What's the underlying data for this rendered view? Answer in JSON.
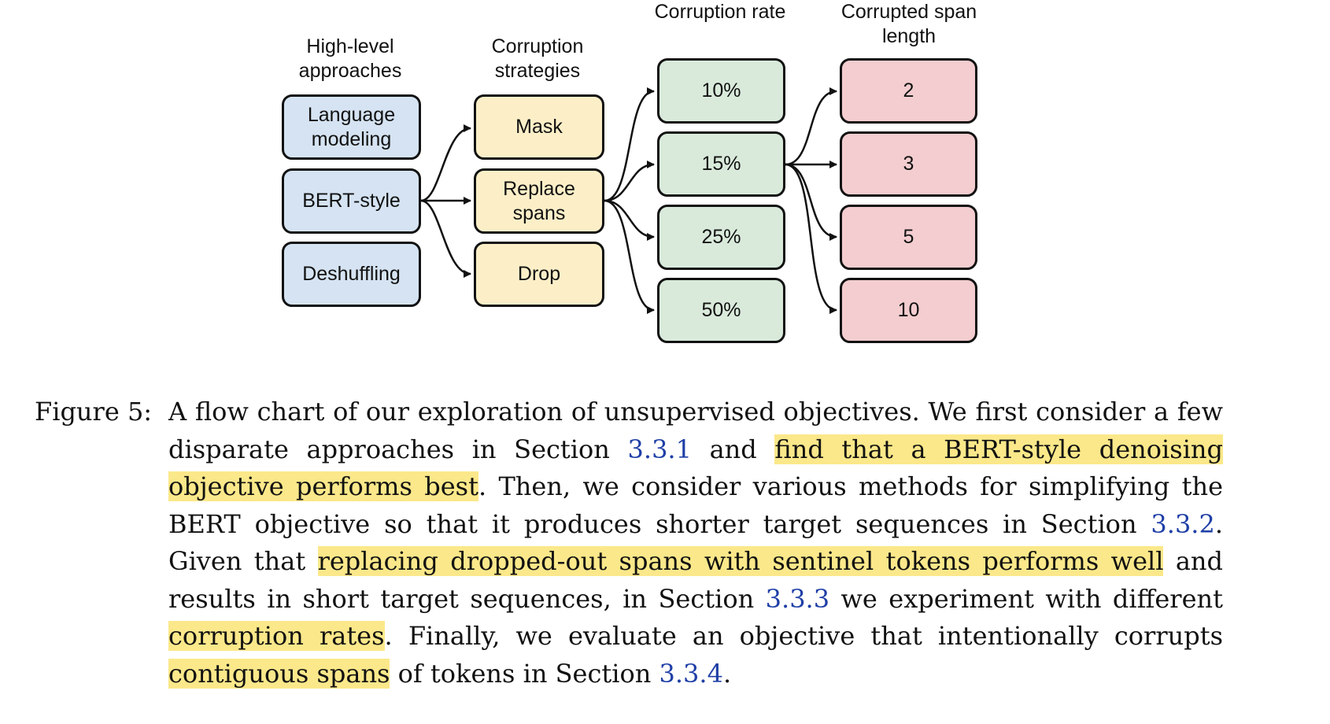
{
  "diagram": {
    "headers": {
      "approaches": "High-level approaches",
      "strategies": "Corruption strategies",
      "rate": "Corruption rate",
      "span_length": "Corrupted span length"
    },
    "approaches": [
      "Language modeling",
      "BERT-style",
      "Deshuffling"
    ],
    "strategies": [
      "Mask",
      "Replace spans",
      "Drop"
    ],
    "rates": [
      "10%",
      "15%",
      "25%",
      "50%"
    ],
    "span_lengths": [
      "2",
      "3",
      "5",
      "10"
    ],
    "colors": {
      "approaches": "#d5e3f2",
      "strategies": "#fcefc8",
      "rates": "#d9eadb",
      "span_lengths": "#f3cdcf",
      "highlight": "#fbe88a",
      "link": "#1f3fa6"
    }
  },
  "caption": {
    "label": "Figure 5:",
    "t1": "A flow chart of our exploration of unsupervised objectives. We first consider a few disparate approaches in Section ",
    "ref1": "3.3.1",
    "t2": " and ",
    "h1": "find that a BERT-style denoising objective performs best",
    "t3": ". Then, we consider various methods for simplifying the BERT objective so that it produces shorter target sequences in Section ",
    "ref2": "3.3.2",
    "t4": ". Given that ",
    "h2": "replacing dropped-out spans with sentinel tokens performs well",
    "t5": " and results in short target sequences, in Section ",
    "ref3": "3.3.3",
    "t6": " we experiment with different ",
    "h3": "corruption rates",
    "t7": ". Finally, we evaluate an objective that intentionally corrupts ",
    "h4": "contiguous spans",
    "t8": " of tokens in Section ",
    "ref4": "3.3.4",
    "t9": "."
  }
}
